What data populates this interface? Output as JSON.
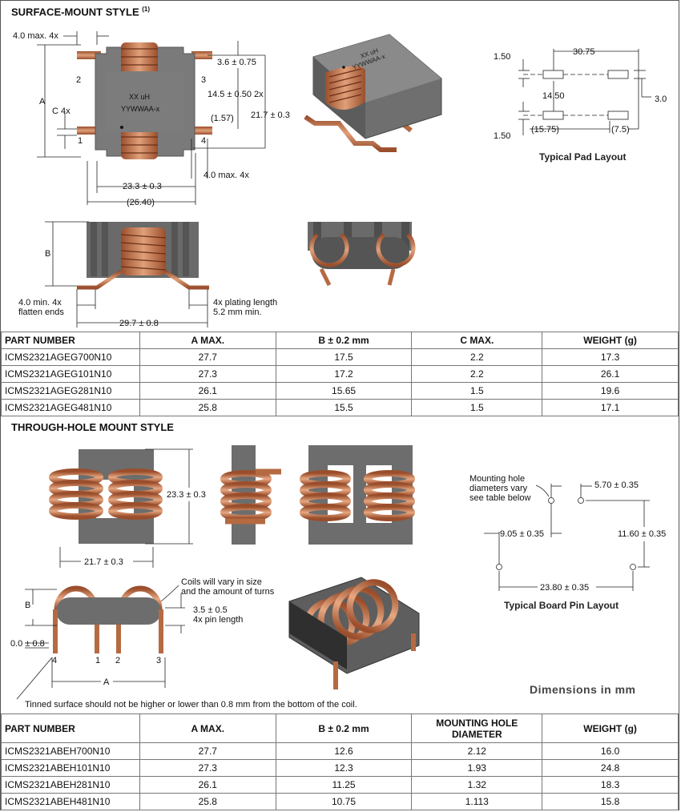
{
  "surface": {
    "title": "SURFACE-MOUNT STYLE",
    "title_note": "(1)",
    "labels": {
      "lead_width": "4.0 max. 4x",
      "a": "A",
      "c": "C 4x",
      "pin2": "2",
      "pin3": "3",
      "pin1": "1",
      "pin4": "4",
      "mark1": "XX uH",
      "mark2": "YYWWAA-x",
      "d_36": "3.6 ± 0.75",
      "d_145": "14.5 ± 0.50 2x",
      "d_157": "(1.57)",
      "d_217": "21.7 ± 0.3",
      "d_40b": "4.0 max. 4x",
      "d_233": "23.3 ± 0.3",
      "d_264": "(26.40)",
      "b": "B",
      "flat1": "4.0 min. 4x",
      "flat2": "flatten ends",
      "plating1": "4x plating  length",
      "plating2": "5.2 mm min.",
      "d_297": "29.7 ± 0.8"
    },
    "pad": {
      "d_3075": "30.75",
      "d_150a": "1.50",
      "d_1450": "14.50",
      "d_30": "3.0",
      "d_150b": "1.50",
      "d_1575": "(15.75)",
      "d_75": "(7.5)",
      "caption": "Typical Pad Layout"
    },
    "table": {
      "headers": [
        "PART NUMBER",
        "A MAX.",
        "B ± 0.2 mm",
        "C MAX.",
        "WEIGHT (g)"
      ],
      "rows": [
        [
          "ICMS2321AGEG700N10",
          "27.7",
          "17.5",
          "2.2",
          "17.3"
        ],
        [
          "ICMS2321AGEG101N10",
          "27.3",
          "17.2",
          "2.2",
          "26.1"
        ],
        [
          "ICMS2321AGEG281N10",
          "26.1",
          "15.65",
          "1.5",
          "19.6"
        ],
        [
          "ICMS2321AGEG481N10",
          "25.8",
          "15.5",
          "1.5",
          "17.1"
        ]
      ]
    }
  },
  "through": {
    "title": "THROUGH-HOLE MOUNT STYLE",
    "labels": {
      "d_233": "23.3 ± 0.3",
      "d_217": "21.7 ± 0.3",
      "coils1": "Coils will vary in size",
      "coils2": "and the amount of turns",
      "pin1": "3.5 ± 0.5",
      "pin2": "4x pin length",
      "b": "B",
      "d_00": "0.0 ± 0.8",
      "p4": "4",
      "p1": "1",
      "p2": "2",
      "p3": "3",
      "a": "A",
      "tinned": "Tinned surface should not be higher or lower than 0.8 mm from the bottom of the coil.",
      "units": "Dimensions in mm"
    },
    "board": {
      "hole1": "Mounting hole",
      "hole2": "diameters vary",
      "hole3": "see table below",
      "d_570": "5.70 ± 0.35",
      "d_905": "9.05 ± 0.35",
      "d_1160": "11.60 ± 0.35",
      "d_2380": "23.80 ± 0.35",
      "caption": "Typical Board Pin Layout"
    },
    "table": {
      "headers": [
        "PART NUMBER",
        "A MAX.",
        "B ± 0.2 mm",
        "MOUNTING HOLE",
        "DIAMETER",
        "WEIGHT (g)"
      ],
      "rows": [
        [
          "ICMS2321ABEH700N10",
          "27.7",
          "12.6",
          "2.12",
          "16.0"
        ],
        [
          "ICMS2321ABEH101N10",
          "27.3",
          "12.3",
          "1.93",
          "24.8"
        ],
        [
          "ICMS2321ABEH281N10",
          "26.1",
          "11.25",
          "1.32",
          "18.3"
        ],
        [
          "ICMS2321ABEH481N10",
          "25.8",
          "10.75",
          "1.113",
          "15.8"
        ]
      ]
    }
  }
}
